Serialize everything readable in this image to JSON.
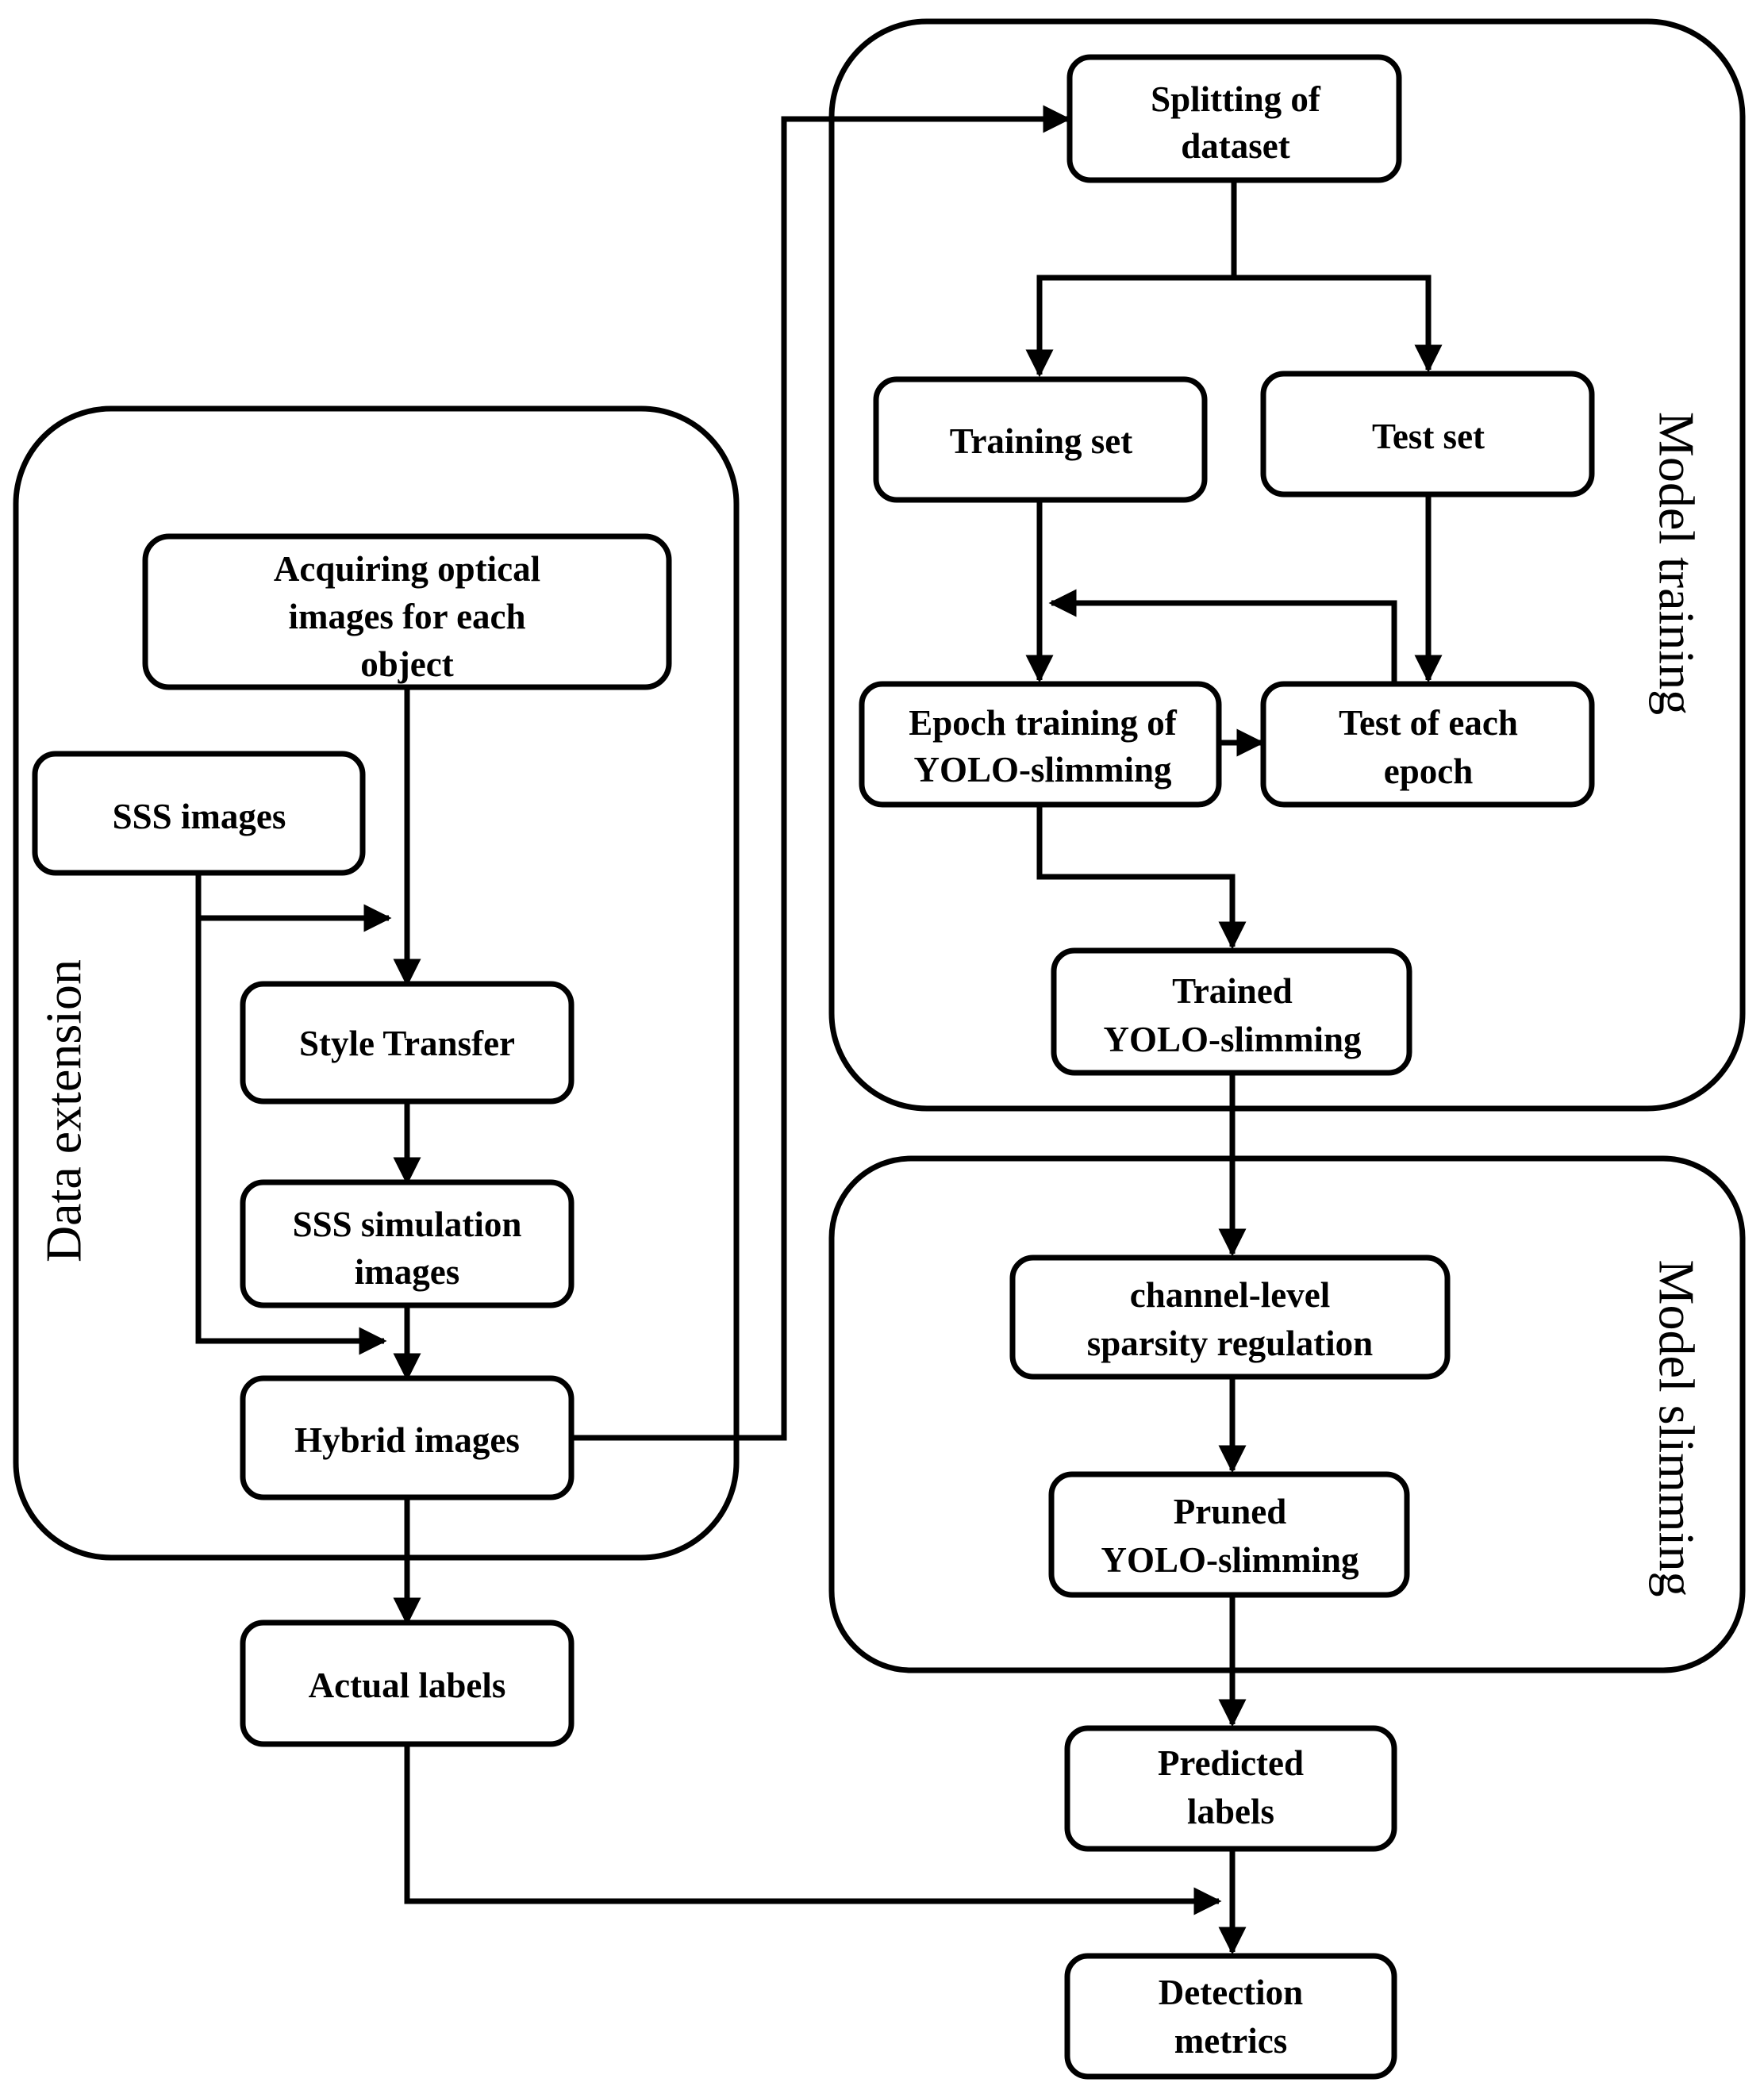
{
  "groups": {
    "data_extension": "Data extension",
    "model_training": "Model training",
    "model_slimming": "Model slimming"
  },
  "nodes": {
    "acquiring": [
      "Acquiring optical",
      "images for each",
      "object"
    ],
    "sss_images": [
      "SSS images"
    ],
    "style_transfer": [
      "Style Transfer"
    ],
    "sss_simulation": [
      "SSS simulation",
      "images"
    ],
    "hybrid": [
      "Hybrid images"
    ],
    "actual_labels": [
      "Actual labels"
    ],
    "splitting": [
      "Splitting of",
      "dataset"
    ],
    "training_set": [
      "Training set"
    ],
    "test_set": [
      "Test set"
    ],
    "epoch_training": [
      "Epoch training of",
      "YOLO-slimming"
    ],
    "test_each_epoch": [
      "Test of each",
      "epoch"
    ],
    "trained": [
      "Trained",
      "YOLO-slimming"
    ],
    "channel_level": [
      "channel-level",
      "sparsity regulation"
    ],
    "pruned": [
      "Pruned",
      "YOLO-slimming"
    ],
    "predicted": [
      "Predicted",
      "labels"
    ],
    "detection": [
      "Detection",
      "metrics"
    ]
  },
  "colors": {
    "stroke": "#000000",
    "background": "#ffffff"
  }
}
